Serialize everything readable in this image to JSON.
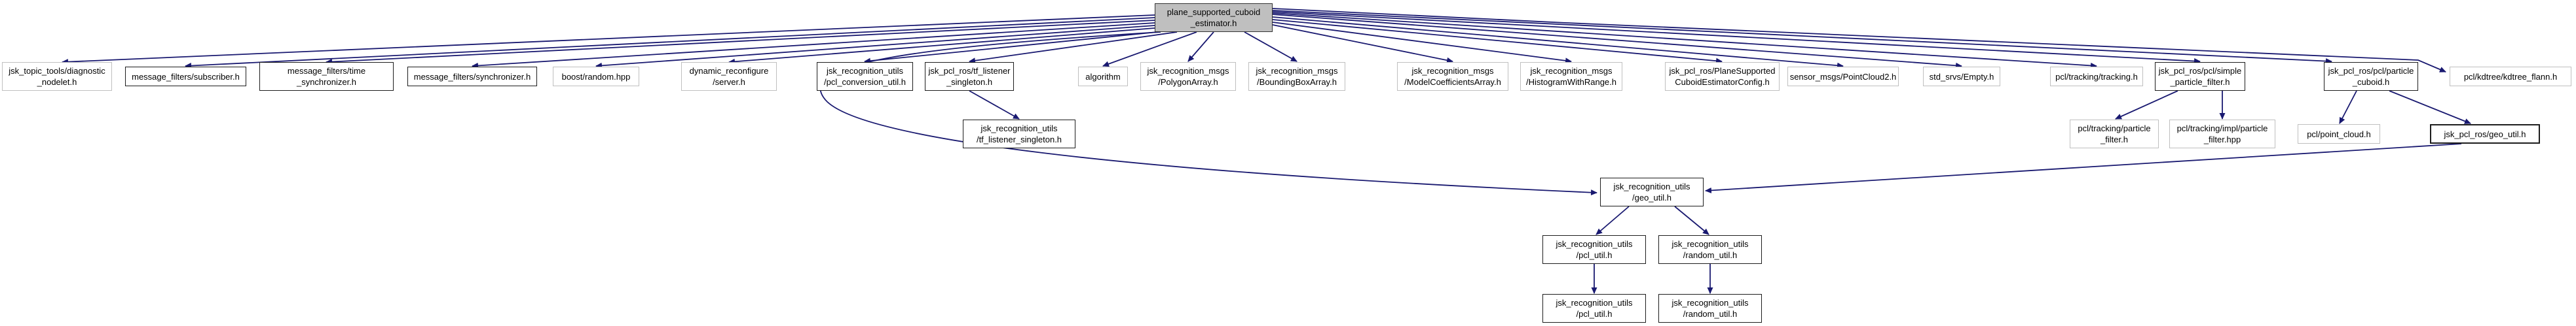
{
  "diagram": {
    "type": "include-dependency-graph",
    "root": "plane_supported_cuboid_estimator.h",
    "colors": {
      "edge": "#191970",
      "root_fill": "#bfbfbf",
      "linked_border": "#1c1c1c",
      "external_border": "#bfbfbf",
      "background": "#ffffff"
    },
    "nodes": [
      {
        "id": "r",
        "label": "plane_supported_cuboid_estimator.h",
        "lines": [
          "plane_supported_cuboid",
          "_estimator.h"
        ],
        "kind": "root"
      },
      {
        "id": "n01",
        "label": "jsk_topic_tools/diagnostic_nodelet.h",
        "lines": [
          "jsk_topic_tools/diagnostic",
          "_nodelet.h"
        ],
        "kind": "external"
      },
      {
        "id": "n02",
        "label": "message_filters/subscriber.h",
        "lines": [
          "message_filters/subscriber.h"
        ],
        "kind": "linked"
      },
      {
        "id": "n03",
        "label": "message_filters/time_synchronizer.h",
        "lines": [
          "message_filters/time",
          "_synchronizer.h"
        ],
        "kind": "linked"
      },
      {
        "id": "n04",
        "label": "message_filters/synchronizer.h",
        "lines": [
          "message_filters/synchronizer.h"
        ],
        "kind": "linked"
      },
      {
        "id": "n05",
        "label": "boost/random.hpp",
        "lines": [
          "boost/random.hpp"
        ],
        "kind": "external"
      },
      {
        "id": "n06",
        "label": "dynamic_reconfigure/server.h",
        "lines": [
          "dynamic_reconfigure",
          "/server.h"
        ],
        "kind": "external"
      },
      {
        "id": "n07",
        "label": "jsk_recognition_utils/pcl_conversion_util.h",
        "lines": [
          "jsk_recognition_utils",
          "/pcl_conversion_util.h"
        ],
        "kind": "linked"
      },
      {
        "id": "n08",
        "label": "jsk_pcl_ros/tf_listener_singleton.h",
        "lines": [
          "jsk_pcl_ros/tf_listener",
          "_singleton.h"
        ],
        "kind": "linked"
      },
      {
        "id": "n09",
        "label": "algorithm",
        "lines": [
          "algorithm"
        ],
        "kind": "external"
      },
      {
        "id": "n10",
        "label": "jsk_recognition_msgs/PolygonArray.h",
        "lines": [
          "jsk_recognition_msgs",
          "/PolygonArray.h"
        ],
        "kind": "external"
      },
      {
        "id": "n11",
        "label": "jsk_recognition_msgs/BoundingBoxArray.h",
        "lines": [
          "jsk_recognition_msgs",
          "/BoundingBoxArray.h"
        ],
        "kind": "external"
      },
      {
        "id": "n12",
        "label": "jsk_recognition_msgs/ModelCoefficientsArray.h",
        "lines": [
          "jsk_recognition_msgs",
          "/ModelCoefficientsArray.h"
        ],
        "kind": "external"
      },
      {
        "id": "n13",
        "label": "jsk_recognition_msgs/HistogramWithRange.h",
        "lines": [
          "jsk_recognition_msgs",
          "/HistogramWithRange.h"
        ],
        "kind": "external"
      },
      {
        "id": "n14",
        "label": "jsk_pcl_ros/PlaneSupportedCuboidEstimatorConfig.h",
        "lines": [
          "jsk_pcl_ros/PlaneSupported",
          "CuboidEstimatorConfig.h"
        ],
        "kind": "external"
      },
      {
        "id": "n15",
        "label": "sensor_msgs/PointCloud2.h",
        "lines": [
          "sensor_msgs/PointCloud2.h"
        ],
        "kind": "external"
      },
      {
        "id": "n16",
        "label": "std_srvs/Empty.h",
        "lines": [
          "std_srvs/Empty.h"
        ],
        "kind": "external"
      },
      {
        "id": "n17",
        "label": "pcl/tracking/tracking.h",
        "lines": [
          "pcl/tracking/tracking.h"
        ],
        "kind": "external"
      },
      {
        "id": "n18",
        "label": "jsk_pcl_ros/pcl/simple_particle_filter.h",
        "lines": [
          "jsk_pcl_ros/pcl/simple",
          "_particle_filter.h"
        ],
        "kind": "linked"
      },
      {
        "id": "n19",
        "label": "jsk_pcl_ros/pcl/particle_cuboid.h",
        "lines": [
          "jsk_pcl_ros/pcl/particle",
          "_cuboid.h"
        ],
        "kind": "linked"
      },
      {
        "id": "n20",
        "label": "pcl/kdtree/kdtree_flann.h",
        "lines": [
          "pcl/kdtree/kdtree_flann.h"
        ],
        "kind": "external"
      },
      {
        "id": "n21",
        "label": "jsk_recognition_utils/tf_listener_singleton.h",
        "lines": [
          "jsk_recognition_utils",
          "/tf_listener_singleton.h"
        ],
        "kind": "linked"
      },
      {
        "id": "n22",
        "label": "pcl/tracking/particle_filter.h",
        "lines": [
          "pcl/tracking/particle",
          "_filter.h"
        ],
        "kind": "external"
      },
      {
        "id": "n23",
        "label": "pcl/tracking/impl/particle_filter.hpp",
        "lines": [
          "pcl/tracking/impl/particle",
          "_filter.hpp"
        ],
        "kind": "external"
      },
      {
        "id": "n24",
        "label": "pcl/point_cloud.h",
        "lines": [
          "pcl/point_cloud.h"
        ],
        "kind": "external"
      },
      {
        "id": "n25",
        "label": "jsk_pcl_ros/geo_util.h",
        "lines": [
          "jsk_pcl_ros/geo_util.h"
        ],
        "kind": "linked",
        "thick": true
      },
      {
        "id": "n26",
        "label": "jsk_recognition_utils/geo_util.h",
        "lines": [
          "jsk_recognition_utils",
          "/geo_util.h"
        ],
        "kind": "linked"
      },
      {
        "id": "n27",
        "label": "jsk_recognition_utils/pcl_util.h",
        "lines": [
          "jsk_recognition_utils",
          "/pcl_util.h"
        ],
        "kind": "linked"
      },
      {
        "id": "n28",
        "label": "jsk_recognition_utils/random_util.h",
        "lines": [
          "jsk_recognition_utils",
          "/random_util.h"
        ],
        "kind": "linked"
      },
      {
        "id": "n29",
        "label": "jsk_recognition_utils/pcl_util.h",
        "lines": [
          "jsk_recognition_utils",
          "/pcl_util.h"
        ],
        "kind": "linked"
      },
      {
        "id": "n30",
        "label": "jsk_recognition_utils/random_util.h",
        "lines": [
          "jsk_recognition_utils",
          "/random_util.h"
        ],
        "kind": "linked"
      }
    ],
    "edges": [
      {
        "from": "r",
        "to": "n01"
      },
      {
        "from": "r",
        "to": "n02"
      },
      {
        "from": "r",
        "to": "n03"
      },
      {
        "from": "r",
        "to": "n04"
      },
      {
        "from": "r",
        "to": "n05"
      },
      {
        "from": "r",
        "to": "n06"
      },
      {
        "from": "r",
        "to": "n07"
      },
      {
        "from": "r",
        "to": "n08"
      },
      {
        "from": "r",
        "to": "n09"
      },
      {
        "from": "r",
        "to": "n10"
      },
      {
        "from": "r",
        "to": "n11"
      },
      {
        "from": "r",
        "to": "n12"
      },
      {
        "from": "r",
        "to": "n13"
      },
      {
        "from": "r",
        "to": "n14"
      },
      {
        "from": "r",
        "to": "n15"
      },
      {
        "from": "r",
        "to": "n16"
      },
      {
        "from": "r",
        "to": "n17"
      },
      {
        "from": "r",
        "to": "n18"
      },
      {
        "from": "r",
        "to": "n19"
      },
      {
        "from": "r",
        "to": "n20"
      },
      {
        "from": "r",
        "to": "n26"
      },
      {
        "from": "n08",
        "to": "n21"
      },
      {
        "from": "n18",
        "to": "n22"
      },
      {
        "from": "n18",
        "to": "n23"
      },
      {
        "from": "n19",
        "to": "n24"
      },
      {
        "from": "n19",
        "to": "n25"
      },
      {
        "from": "n25",
        "to": "n26"
      },
      {
        "from": "n26",
        "to": "n27"
      },
      {
        "from": "n26",
        "to": "n28"
      },
      {
        "from": "n27",
        "to": "n29"
      },
      {
        "from": "n28",
        "to": "n30"
      }
    ]
  }
}
